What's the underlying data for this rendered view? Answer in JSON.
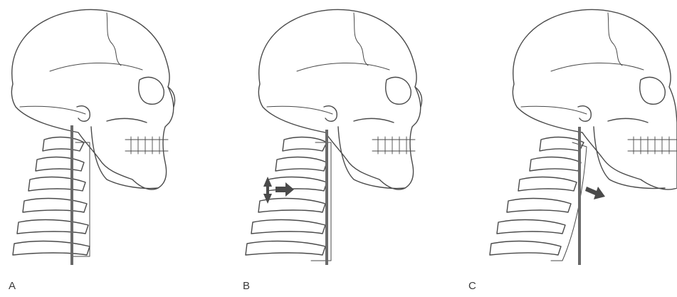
{
  "figure": {
    "panels": [
      {
        "id": "A",
        "label": "A",
        "arrows": []
      },
      {
        "id": "B",
        "label": "B",
        "arrows": [
          "double-headed-vertical",
          "right-pointing"
        ]
      },
      {
        "id": "C",
        "label": "C",
        "arrows": [
          "down-right-pointing"
        ]
      }
    ],
    "colors": {
      "line": "#555555",
      "bone_outline": "#4a4a4a",
      "plumb_line": "#6a6a6a",
      "arrow": "#4a4a4a",
      "background": "#ffffff"
    }
  }
}
